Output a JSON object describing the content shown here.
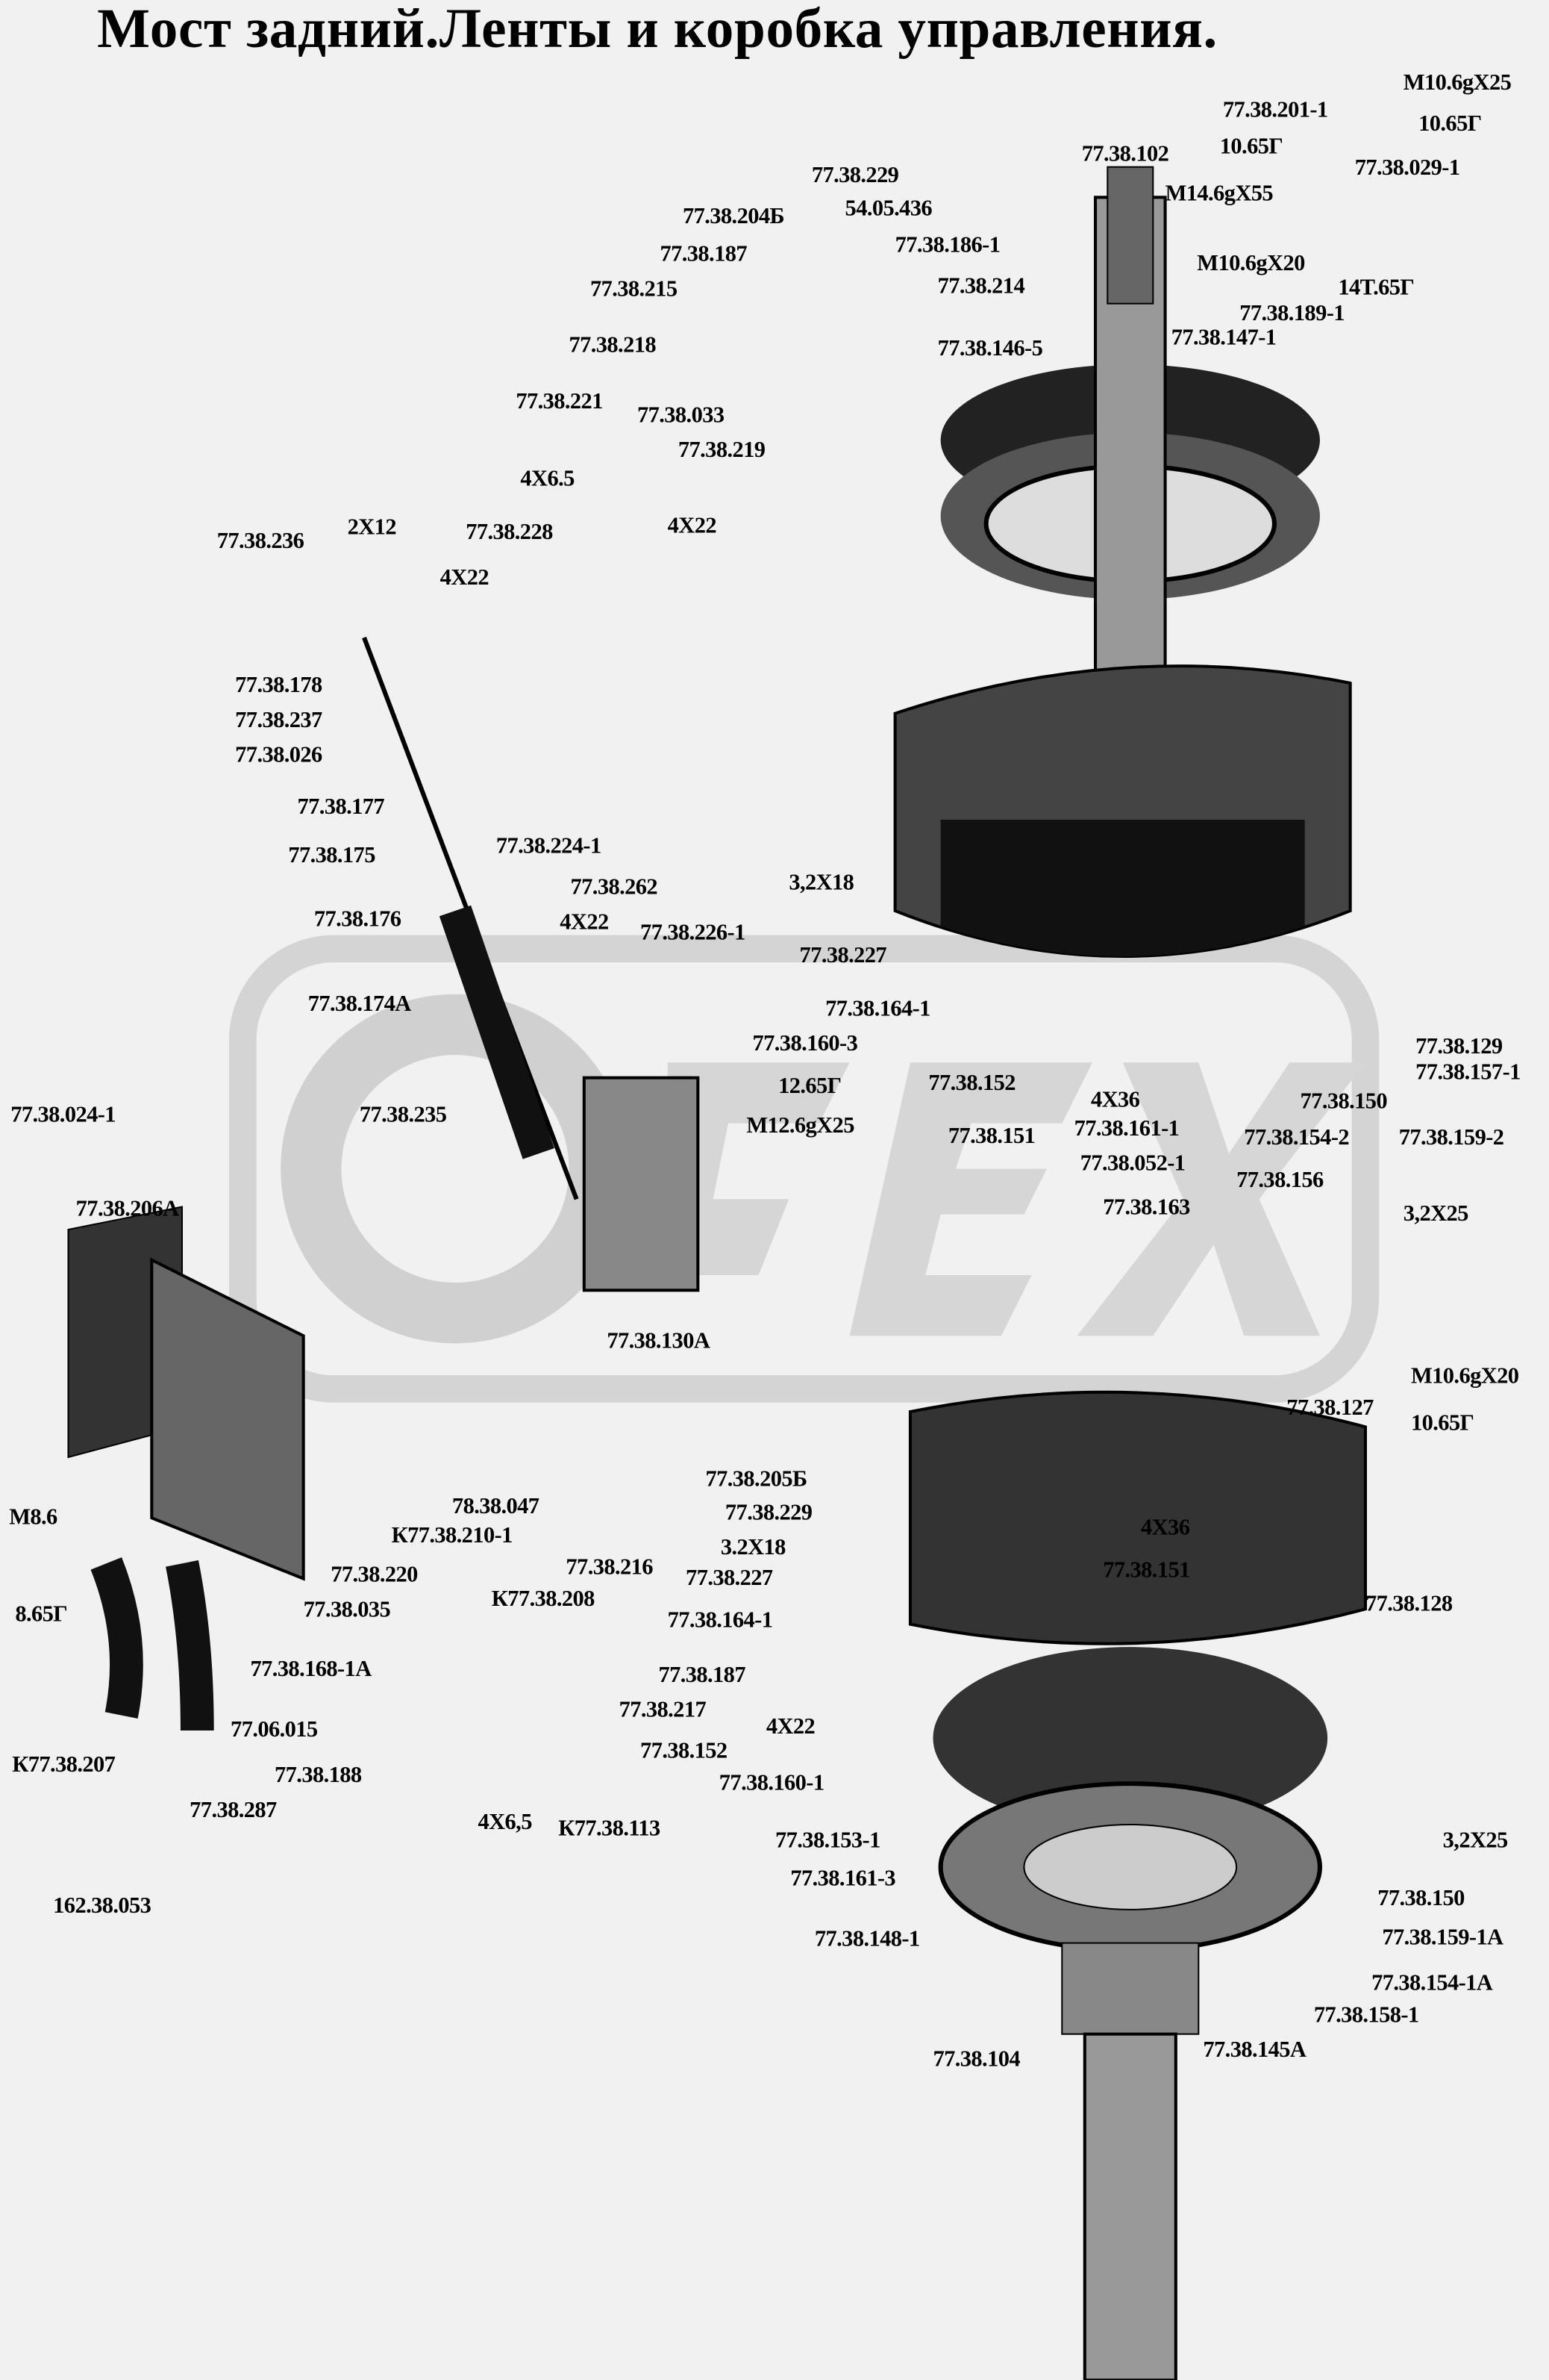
{
  "title": "Мост задний.Ленты и коробка управления.",
  "watermark_text": "ОПЕХ",
  "labels": [
    "M10.6gX25",
    "10.65Г",
    "77.38.201-1",
    "10.65Г",
    "77.38.102",
    "77.38.029-1",
    "77.38.229",
    "M14.6gX55",
    "54.05.436",
    "77.38.204Б",
    "77.38.187",
    "77.38.186-1",
    "M10.6gX20",
    "77.38.214",
    "14T.65Г",
    "77.38.215",
    "77.38.189-1",
    "77.38.147-1",
    "77.38.218",
    "77.38.146-5",
    "77.38.221",
    "77.38.033",
    "77.38.219",
    "4X6.5",
    "77.38.228",
    "4X22",
    "77.38.236",
    "2X12",
    "4X22",
    "77.38.178",
    "77.38.237",
    "77.38.026",
    "77.38.177",
    "77.38.175",
    "3,2X18",
    "77.38.224-1",
    "77.38.262",
    "77.38.176",
    "4X22",
    "77.38.226-1",
    "77.38.227",
    "77.38.174А",
    "77.38.164-1",
    "77.38.160-3",
    "77.38.129",
    "77.38.157-1",
    "12.65Г",
    "77.38.152",
    "77.38.150",
    "77.38.024-1",
    "77.38.235",
    "M12.6gX25",
    "4X36",
    "77.38.161-1",
    "77.38.154-2",
    "77.38.159-2",
    "77.38.151",
    "77.38.052-1",
    "77.38.156",
    "77.38.163",
    "3,2X25",
    "77.38.206А",
    "77.38.130А",
    "M10.6gX20",
    "77.38.127",
    "10.65Г",
    "77.38.205Б",
    "77.38.229",
    "78.38.047",
    "M8.6",
    "К77.38.210-1",
    "3.2X18",
    "4X36",
    "77.38.151",
    "77.38.220",
    "77.38.216",
    "77.38.227",
    "К77.38.208",
    "77.38.035",
    "8.65Г",
    "77.38.128",
    "77.38.164-1",
    "77.38.168-1А",
    "77.38.187",
    "77.38.217",
    "77.06.015",
    "4X22",
    "77.38.152",
    "К77.38.207",
    "77.38.188",
    "77.38.160-1",
    "4X6,5",
    "К77.38.113",
    "77.38.287",
    "3,2X25",
    "77.38.153-1",
    "77.38.161-3",
    "162.38.053",
    "77.38.150",
    "77.38.148-1",
    "77.38.159-1А",
    "77.38.154-1А",
    "77.38.158-1",
    "77.38.104",
    "77.38.145А"
  ]
}
